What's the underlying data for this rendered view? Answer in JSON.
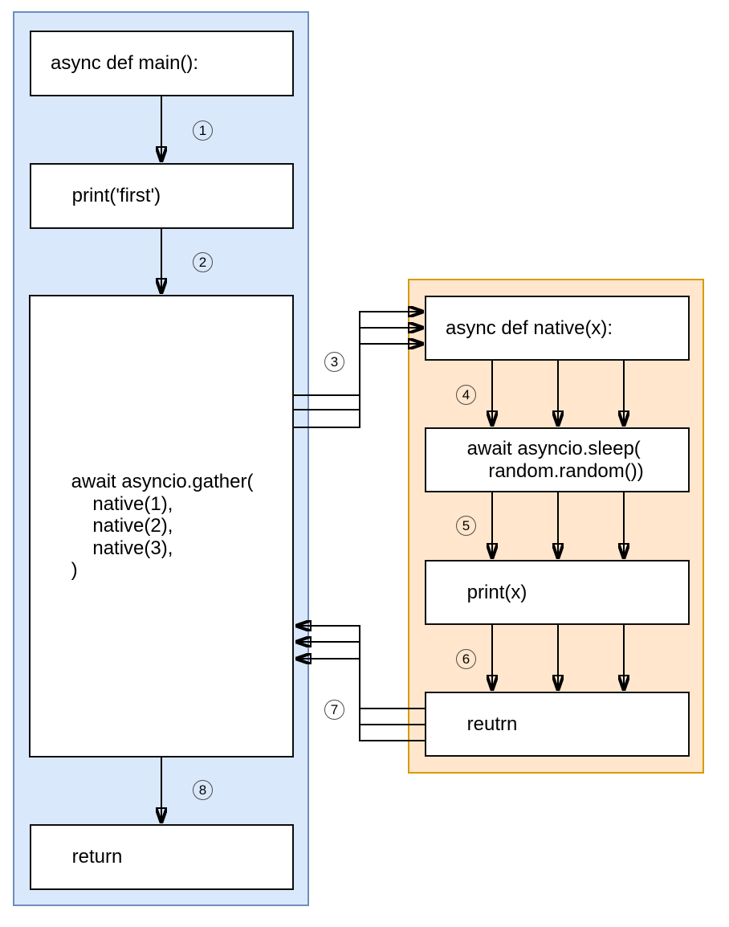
{
  "colors": {
    "blue_fill": "#dae8fc",
    "blue_border": "#6c8ebf",
    "orange_fill": "#ffe6cc",
    "orange_border": "#d79b00",
    "node_fill": "#ffffff",
    "node_border": "#0d0d0d",
    "arrow_color": "#000000"
  },
  "main_flow": {
    "boxes": [
      {
        "id": "main_def",
        "text": "async def main():"
      },
      {
        "id": "print_first",
        "text": "    print('first')"
      },
      {
        "id": "gather",
        "text": "    await asyncio.gather(\n        native(1),\n        native(2),\n        native(3),\n    )"
      },
      {
        "id": "return",
        "text": "    return"
      }
    ]
  },
  "native_flow": {
    "boxes": [
      {
        "id": "native_def",
        "text": "async def native(x):"
      },
      {
        "id": "sleep",
        "text": "    await asyncio.sleep(\n        random.random())"
      },
      {
        "id": "print_x",
        "text": "    print(x)"
      },
      {
        "id": "reutrn",
        "text": "    reutrn"
      }
    ]
  },
  "steps": [
    {
      "label": "1"
    },
    {
      "label": "2"
    },
    {
      "label": "3"
    },
    {
      "label": "4"
    },
    {
      "label": "5"
    },
    {
      "label": "6"
    },
    {
      "label": "7"
    },
    {
      "label": "8"
    }
  ]
}
